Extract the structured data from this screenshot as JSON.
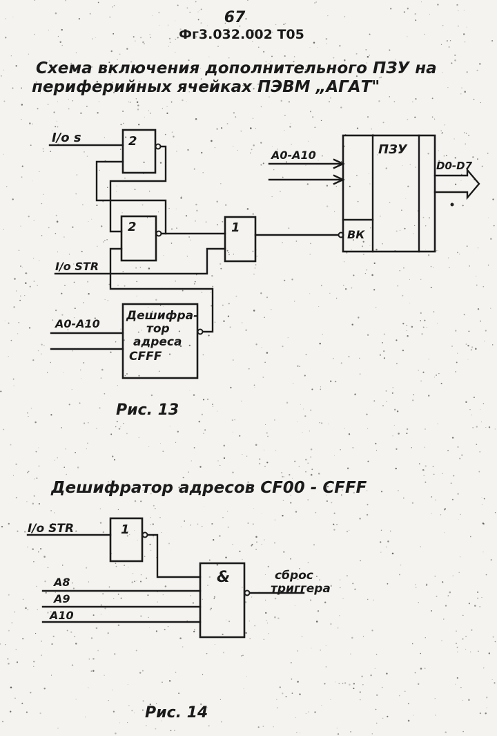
{
  "header": {
    "page_number": "67",
    "doc_code": "Фг3.032.002 Т05"
  },
  "fig13": {
    "title_line1": "Схема включения дополнительного ПЗУ на",
    "title_line2": "периферийных ячейках   ПЭВМ „АГАТ\"",
    "signals": {
      "io_s": "I/o s",
      "io_str": "I/o STR",
      "addr_in_rom": "А0-А10",
      "addr_in_dec": "А0-А10",
      "data_out": "D0-D7"
    },
    "gates": {
      "gate_top": "2",
      "gate_mid": "2",
      "gate_or": "1"
    },
    "rom": {
      "label": "ПЗУ",
      "enable": "ВК"
    },
    "decoder": {
      "line1": "Дешифра-",
      "line2": "тор",
      "line3": "адреса",
      "line4": "СFFF"
    },
    "caption": "Рис. 13"
  },
  "fig14": {
    "title": "Дешифратор адресов  СF00 - СFFF",
    "signals": {
      "io_str": "I/o STR",
      "a8": "А8",
      "a9": "А9",
      "a10": "А10"
    },
    "gates": {
      "inverter": "1",
      "and_gate": "&"
    },
    "output": {
      "line1": "сброс",
      "line2": "триггера"
    },
    "caption": "Рис. 14"
  }
}
